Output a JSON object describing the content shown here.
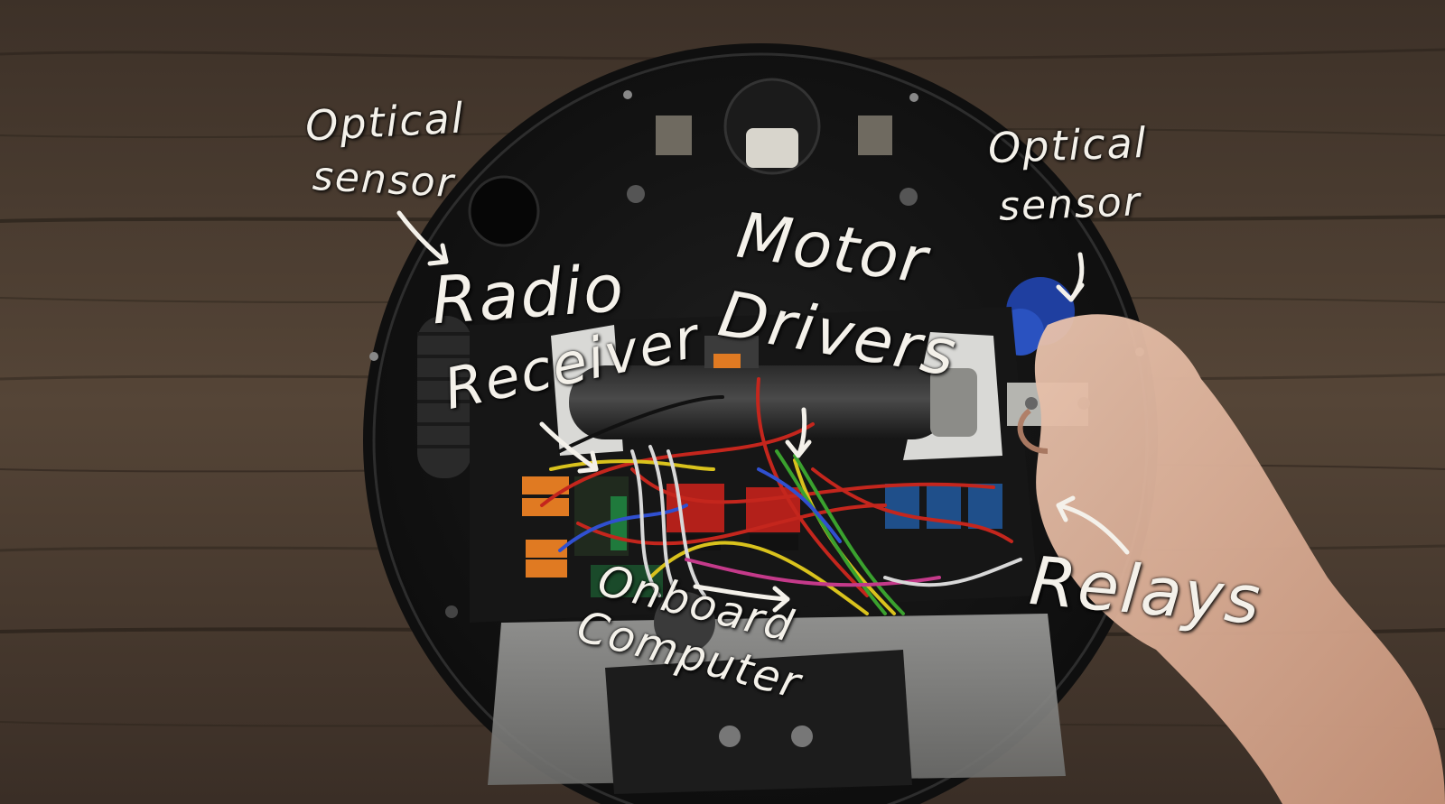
{
  "labels": {
    "optical_left_line1": "Optical",
    "optical_left_line2": "sensor",
    "optical_right_line1": "Optical",
    "optical_right_line2": "sensor",
    "radio": "Radio",
    "receiver": "Receiver",
    "motor": "Motor",
    "drivers": "Drivers",
    "relays": "Relays",
    "onboard": "Onboard",
    "computer": "Computer"
  },
  "colors": {
    "annotation": "#f4f1ea",
    "wood": "#4a3a2e",
    "robot_body": "#141414",
    "wire_red": "#c4261d",
    "wire_yellow": "#d9c21d",
    "relay_blue": "#1f4f8a",
    "connector_orange": "#e07a22"
  }
}
